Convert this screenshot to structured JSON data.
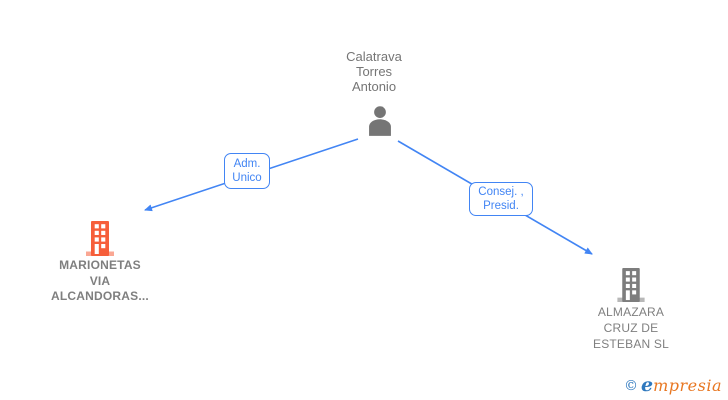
{
  "diagram": {
    "person": {
      "name": "Calatrava Torres Antonio",
      "name_lines": [
        "Calatrava",
        "Torres",
        "Antonio"
      ]
    },
    "edges": [
      {
        "role": "Adm. Unico",
        "label_lines": [
          "Adm.",
          "Unico"
        ]
      },
      {
        "role": "Consej., Presid.",
        "label_lines": [
          "Consej. ,",
          "Presid."
        ]
      }
    ],
    "companies": [
      {
        "name": "MARIONETAS VIA ALCANDORAS...",
        "name_lines": [
          "MARIONETAS",
          "VIA",
          "ALCANDORAS..."
        ],
        "highlighted": true
      },
      {
        "name": "ALMAZARA CRUZ DE ESTEBAN SL",
        "name_lines": [
          "ALMAZARA",
          "CRUZ DE",
          "ESTEBAN SL"
        ],
        "highlighted": false
      }
    ],
    "colors": {
      "edge_blue": "#4285f4",
      "highlight_orange": "#f65e3a",
      "icon_gray": "#757575",
      "label_gray": "#7f7f7f"
    }
  },
  "footer": {
    "logo": {
      "copyright_symbol": "©",
      "name_first_letter": "e",
      "name_rest": "mpresia"
    }
  }
}
